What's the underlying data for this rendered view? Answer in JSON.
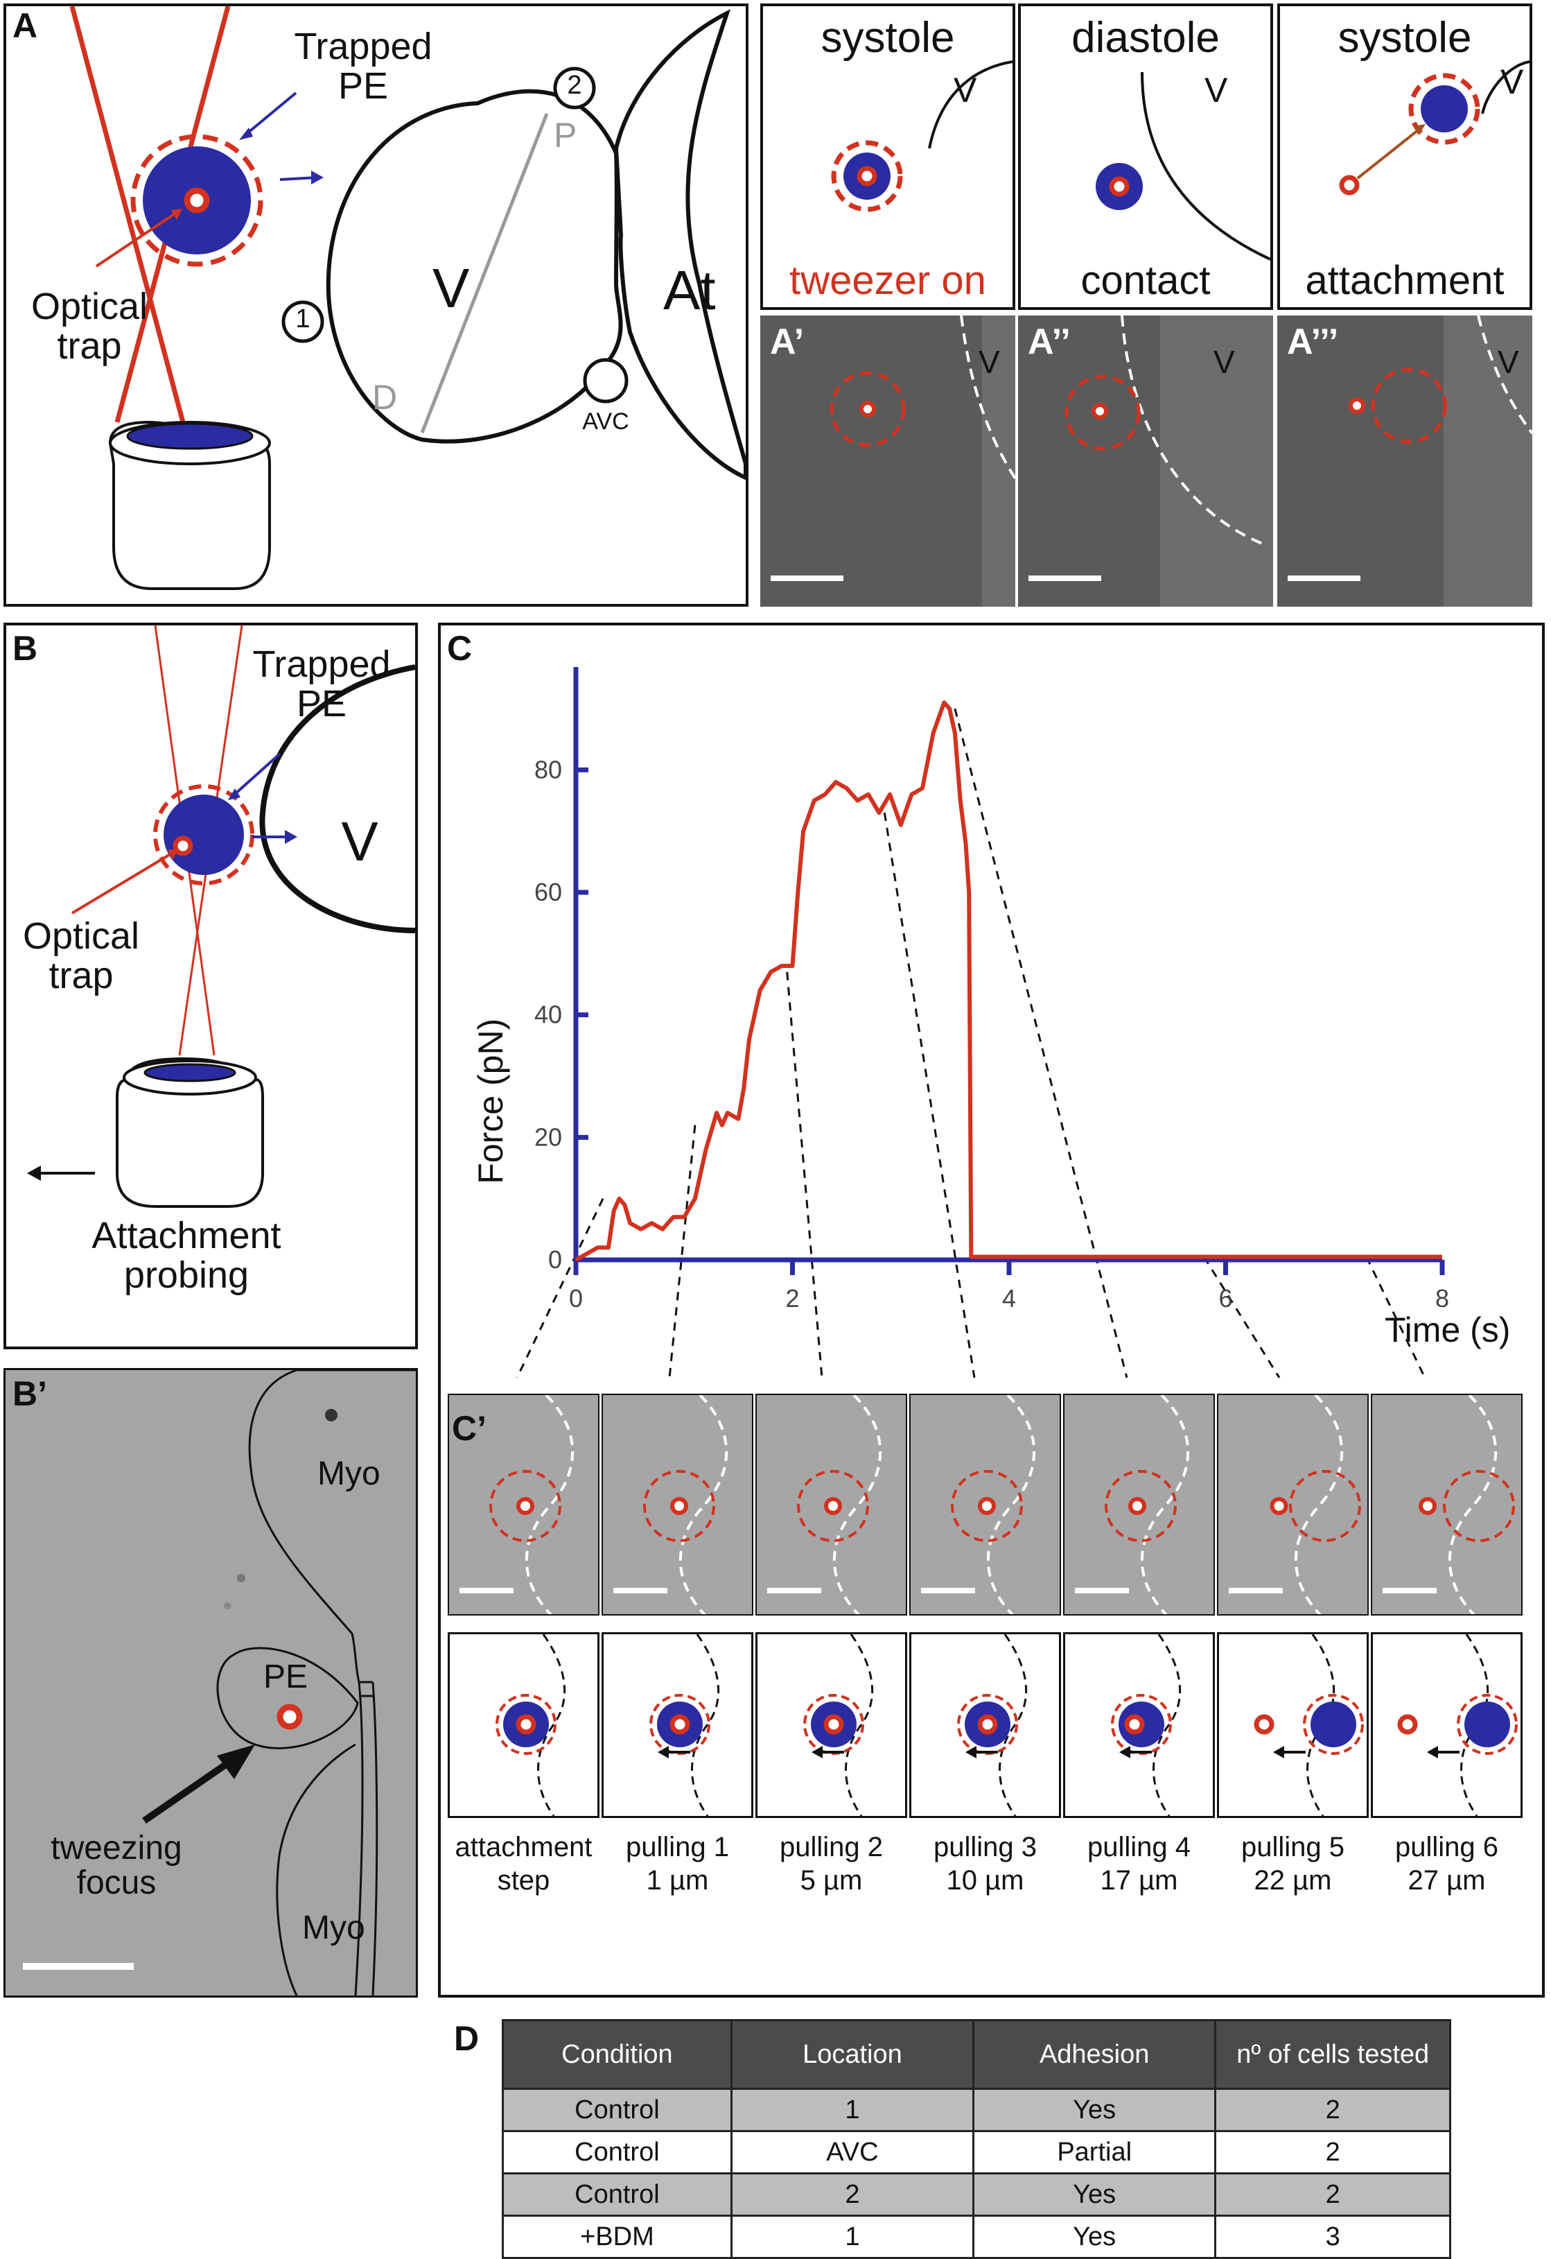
{
  "panel_letters": {
    "a": "A",
    "b": "B",
    "bp": "B’",
    "c": "C",
    "cp": "C’",
    "d": "D"
  },
  "panel_a": {
    "trapped_pe": "Trapped\nPE",
    "optical_trap": "Optical\ntrap",
    "v": "V",
    "at": "At",
    "p": "P",
    "d": "D",
    "avc": "AVC",
    "site1": "1",
    "site2": "2"
  },
  "stages": [
    {
      "title": "systole",
      "caption": "tweezer on",
      "caption_color": "#d2321f",
      "v": "V",
      "micro_label": "A’"
    },
    {
      "title": "diastole",
      "caption": "contact",
      "caption_color": "#111111",
      "v": "V",
      "micro_label": "A’’"
    },
    {
      "title": "systole",
      "caption": "attachment",
      "caption_color": "#111111",
      "v": "V",
      "micro_label": "A’’’"
    }
  ],
  "panel_b": {
    "trapped_pe": "Trapped\nPE",
    "optical_trap": "Optical\ntrap",
    "v": "V",
    "probing": "Attachment\nprobing"
  },
  "panel_bp": {
    "myo_top": "Myo",
    "pe": "PE",
    "myo_bottom": "Myo",
    "focus": "tweezing\nfocus"
  },
  "chart_data": {
    "type": "line",
    "title": "",
    "xlabel": "Time (s)",
    "ylabel": "Force (pN)",
    "xlim": [
      0,
      8
    ],
    "ylim": [
      0,
      90
    ],
    "xticks": [
      0,
      2,
      4,
      6,
      8
    ],
    "yticks": [
      0,
      20,
      40,
      60,
      80
    ],
    "series": [
      {
        "color": "#d2321f",
        "points": [
          [
            0,
            0
          ],
          [
            0.1,
            1
          ],
          [
            0.2,
            2
          ],
          [
            0.3,
            2
          ],
          [
            0.35,
            8
          ],
          [
            0.4,
            10
          ],
          [
            0.45,
            9
          ],
          [
            0.5,
            6
          ],
          [
            0.6,
            5
          ],
          [
            0.7,
            6
          ],
          [
            0.8,
            5
          ],
          [
            0.9,
            7
          ],
          [
            1.0,
            7
          ],
          [
            1.1,
            10
          ],
          [
            1.2,
            18
          ],
          [
            1.3,
            24
          ],
          [
            1.35,
            22
          ],
          [
            1.4,
            24
          ],
          [
            1.5,
            23
          ],
          [
            1.55,
            28
          ],
          [
            1.6,
            36
          ],
          [
            1.7,
            44
          ],
          [
            1.8,
            47
          ],
          [
            1.9,
            48
          ],
          [
            2.0,
            48
          ],
          [
            2.05,
            60
          ],
          [
            2.1,
            70
          ],
          [
            2.2,
            75
          ],
          [
            2.3,
            76
          ],
          [
            2.4,
            78
          ],
          [
            2.5,
            77
          ],
          [
            2.6,
            75
          ],
          [
            2.7,
            76
          ],
          [
            2.8,
            73
          ],
          [
            2.9,
            76
          ],
          [
            3.0,
            71
          ],
          [
            3.1,
            76
          ],
          [
            3.2,
            77
          ],
          [
            3.3,
            86
          ],
          [
            3.4,
            91
          ],
          [
            3.45,
            90
          ],
          [
            3.5,
            86
          ],
          [
            3.55,
            75
          ],
          [
            3.6,
            68
          ],
          [
            3.63,
            60
          ],
          [
            3.65,
            0.5
          ],
          [
            8,
            0.5
          ]
        ]
      }
    ]
  },
  "cp_steps": [
    {
      "label": "attachment\nstep"
    },
    {
      "label": "pulling 1\n1 µm"
    },
    {
      "label": "pulling 2\n5 µm"
    },
    {
      "label": "pulling 3\n10 µm"
    },
    {
      "label": "pulling 4\n17 µm"
    },
    {
      "label": "pulling 5\n22 µm"
    },
    {
      "label": "pulling 6\n27 µm"
    }
  ],
  "table": {
    "headers": [
      "Condition",
      "Location",
      "Adhesion",
      "nº of cells tested"
    ],
    "rows": [
      [
        "Control",
        "1",
        "Yes",
        "2"
      ],
      [
        "Control",
        "AVC",
        "Partial",
        "2"
      ],
      [
        "Control",
        "2",
        "Yes",
        "2"
      ],
      [
        "+BDM",
        "1",
        "Yes",
        "3"
      ]
    ]
  },
  "colors": {
    "red": "#d2321f",
    "blue": "#2b2ca2",
    "axis": "#2b2ca2"
  }
}
